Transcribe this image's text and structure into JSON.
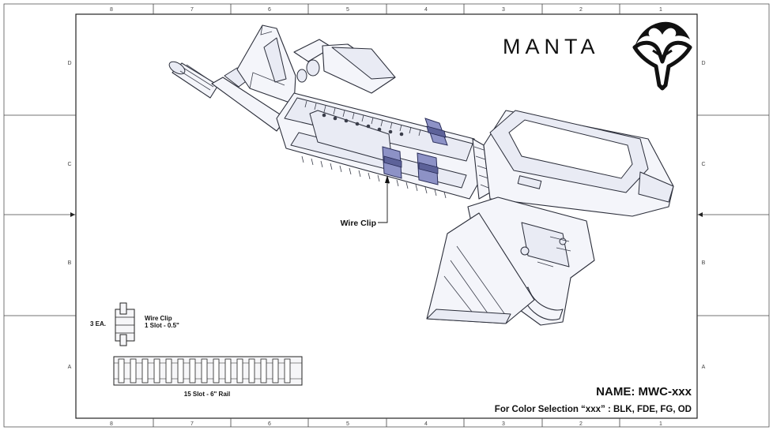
{
  "drawing": {
    "zones_top": [
      "8",
      "7",
      "6",
      "5",
      "4",
      "3",
      "2",
      "1"
    ],
    "zones_bottom": [
      "8",
      "7",
      "6",
      "5",
      "4",
      "3",
      "2",
      "1"
    ],
    "zones_left": [
      "D",
      "C",
      "B",
      "A"
    ],
    "zones_right": [
      "D",
      "C",
      "B",
      "A"
    ]
  },
  "logo": {
    "text": "MANTA"
  },
  "callout": {
    "wire_clip": "Wire Clip"
  },
  "parts": {
    "qty": "3 EA.",
    "clip_name": "Wire Clip",
    "clip_desc": "1 Slot - 0.5\"",
    "rail_desc": "15 Slot - 6\" Rail"
  },
  "title_block": {
    "name": "NAME: MWC-xxx",
    "color_selection": "For Color Selection “xxx” : BLK, FDE, FG, OD"
  },
  "colors": {
    "clip_fill": "#8d92c6",
    "line": "#2b2e3a",
    "frame": "#222222"
  }
}
